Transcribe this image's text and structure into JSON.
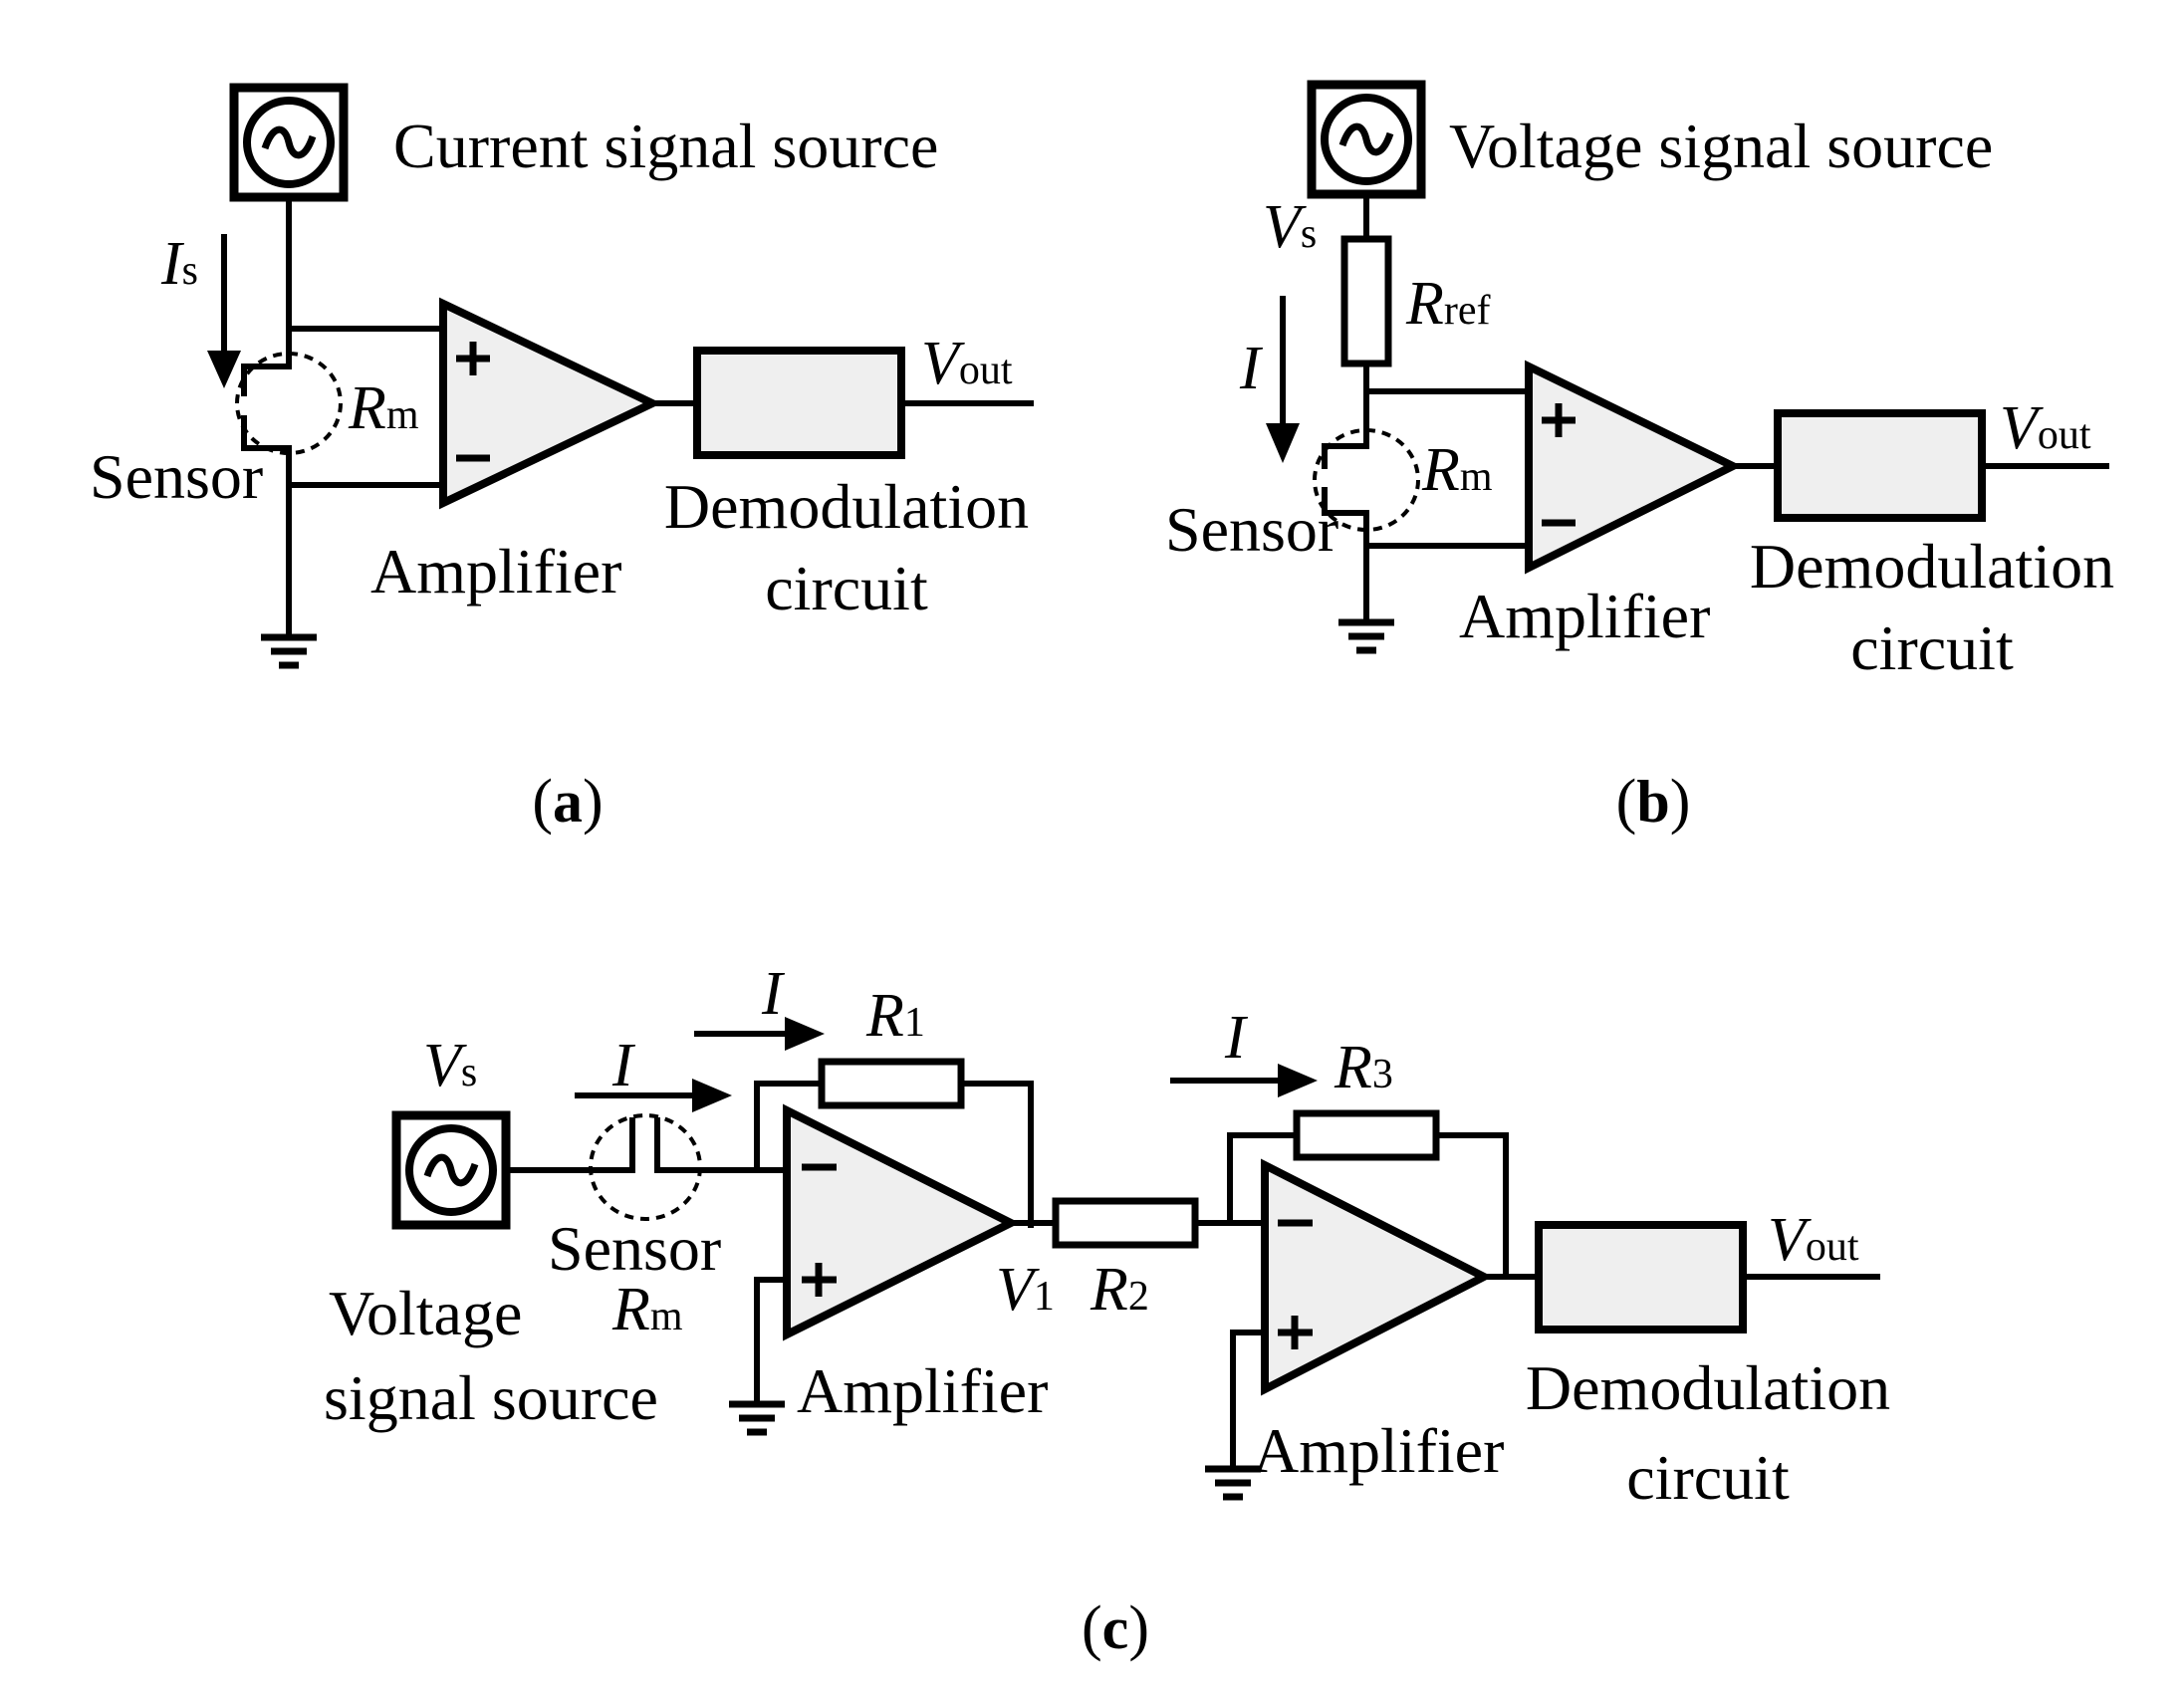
{
  "panels": {
    "a": {
      "caption": "a",
      "source_label": "Current signal source",
      "current_symbol": "I",
      "current_sub": "s",
      "sensor_label": "Sensor",
      "rm_symbol": "R",
      "rm_sub": "m",
      "amplifier_label": "Amplifier",
      "demod_line1": "Demodulation",
      "demod_line2": "circuit",
      "vout_symbol": "V",
      "vout_sub": "out"
    },
    "b": {
      "caption": "b",
      "source_label": "Voltage signal source",
      "vs_symbol": "V",
      "vs_sub": "s",
      "rref_symbol": "R",
      "rref_sub": "ref",
      "current_symbol": "I",
      "sensor_label": "Sensor",
      "rm_symbol": "R",
      "rm_sub": "m",
      "amplifier_label": "Amplifier",
      "demod_line1": "Demodulation",
      "demod_line2": "circuit",
      "vout_symbol": "V",
      "vout_sub": "out"
    },
    "c": {
      "caption": "c",
      "vs_symbol": "V",
      "vs_sub": "s",
      "source_line1": "Voltage",
      "source_line2": "signal source",
      "current_symbol": "I",
      "sensor_label": "Sensor",
      "rm_symbol": "R",
      "rm_sub": "m",
      "r1_symbol": "R",
      "r1_sub": "1",
      "r2_symbol": "R",
      "r2_sub": "2",
      "r3_symbol": "R",
      "r3_sub": "3",
      "v1_symbol": "V",
      "v1_sub": "1",
      "amplifier_label": "Amplifier",
      "demod_line1": "Demodulation",
      "demod_line2": "circuit",
      "vout_symbol": "V",
      "vout_sub": "out"
    }
  }
}
